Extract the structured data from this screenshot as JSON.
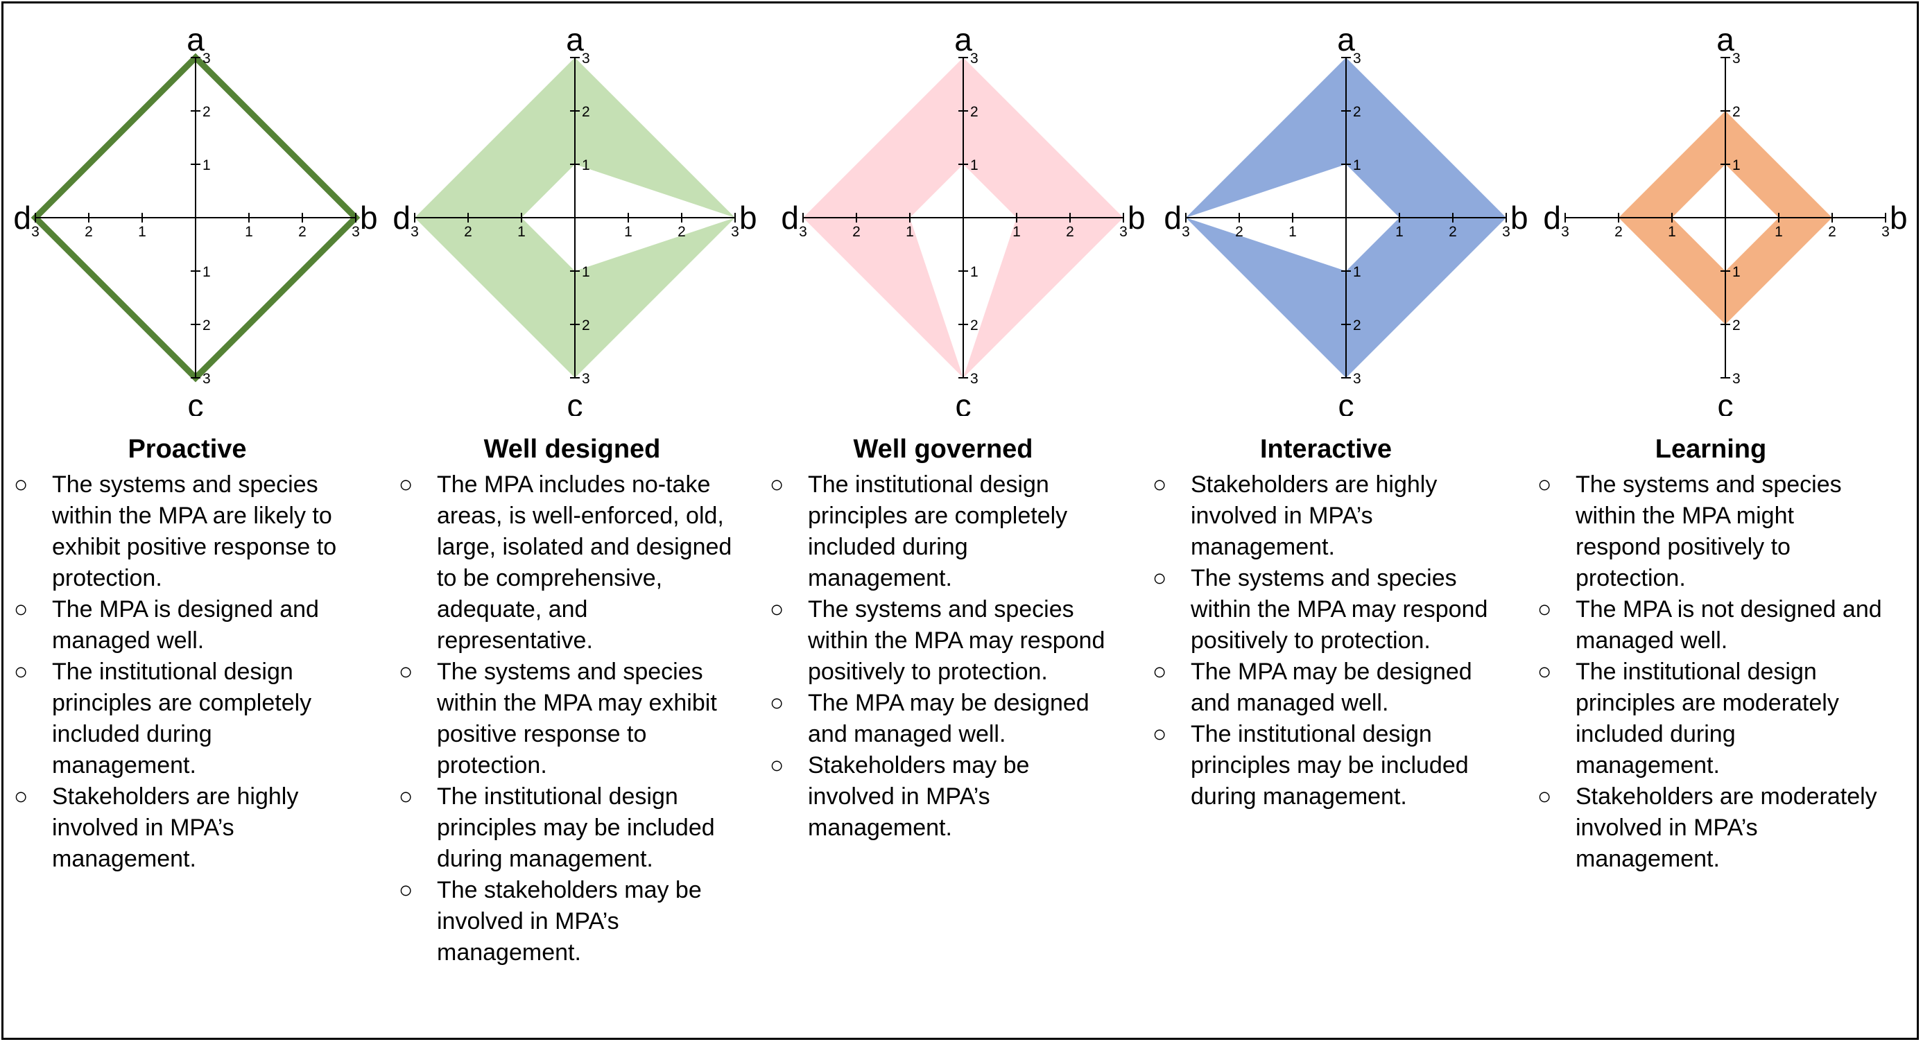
{
  "axis_labels": {
    "top": "a",
    "right": "b",
    "bottom": "c",
    "left": "d"
  },
  "ticks": [
    "1",
    "2",
    "3"
  ],
  "bullet": "○",
  "panels": [
    {
      "title": "Proactive",
      "color": "#548235",
      "style": "outline",
      "outer": {
        "a": 3,
        "b": 3,
        "c": 3,
        "d": 3
      },
      "inner": null,
      "items": [
        "The systems and species within the MPA are likely to exhibit positive response to protection.",
        "The MPA is designed and managed well.",
        "The institutional design principles are completely included during management.",
        "Stakeholders are highly involved in MPA’s management."
      ]
    },
    {
      "title": "Well designed",
      "color": "#c5e0b4",
      "style": "fill",
      "outer": {
        "a": 3,
        "b": 3,
        "c": 3,
        "d": 3
      },
      "inner": {
        "a": 1,
        "b": 3,
        "c": 1,
        "d": 1
      },
      "items": [
        "The MPA includes no-take areas, is well-enforced, old, large, isolated and designed to be comprehensive, adequate, and representative.",
        "The systems and species within the MPA may exhibit positive response to protection.",
        "The institutional design principles may be included during management.",
        "The stakeholders may be involved in MPA’s management."
      ]
    },
    {
      "title": "Well governed",
      "color": "#ffd7dc",
      "style": "fill",
      "outer": {
        "a": 3,
        "b": 3,
        "c": 3,
        "d": 3
      },
      "inner": {
        "a": 1,
        "b": 1,
        "c": 3,
        "d": 1
      },
      "items": [
        "The institutional design principles are completely included during management.",
        "The systems and species within the MPA may respond positively to protection.",
        "The MPA may be designed and managed well.",
        "Stakeholders may be involved in MPA’s management."
      ]
    },
    {
      "title": "Interactive",
      "color": "#8faadc",
      "style": "fill",
      "outer": {
        "a": 3,
        "b": 3,
        "c": 3,
        "d": 3
      },
      "inner": {
        "a": 1,
        "b": 1,
        "c": 1,
        "d": 3
      },
      "items": [
        "Stakeholders are highly involved in MPA’s management.",
        "The systems and species within the MPA may respond positively to protection.",
        "The MPA may be designed and managed well.",
        "The institutional design principles may be included during management."
      ]
    },
    {
      "title": "Learning",
      "color": "#f4b183",
      "style": "fill",
      "outer": {
        "a": 2,
        "b": 2,
        "c": 2,
        "d": 2
      },
      "inner": {
        "a": 1,
        "b": 1,
        "c": 1,
        "d": 1
      },
      "items": [
        "The systems and species within the MPA might respond positively to protection.",
        "The MPA is not designed and managed well.",
        "The institutional design principles are moderately included during management.",
        "Stakeholders are moderately involved in MPA’s management."
      ]
    }
  ]
}
